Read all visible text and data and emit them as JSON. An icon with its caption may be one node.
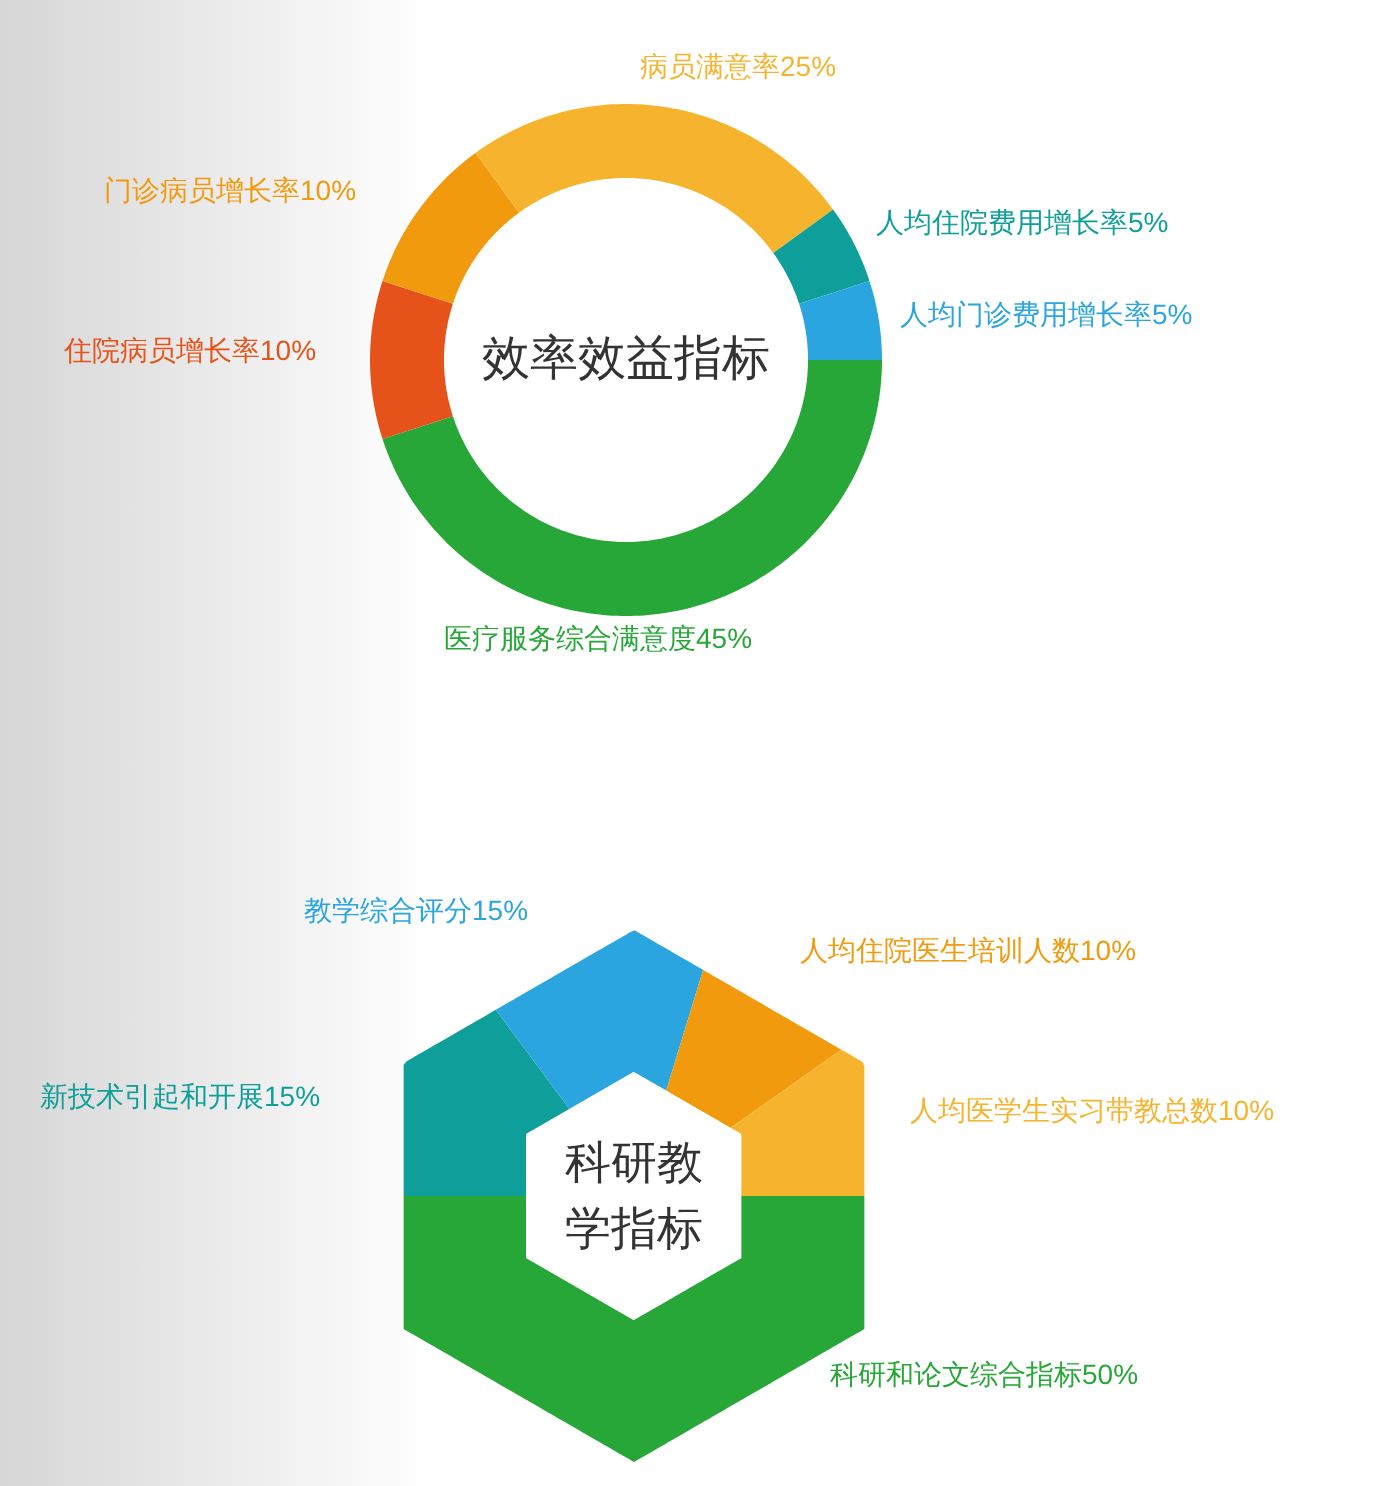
{
  "diagram": {
    "nodes": [
      {
        "text": [
          "科研教学指标"
        ]
      }
    ],
    "labels": [
      "教学综合评分15%",
      "人均住院医生培训人数10%",
      "新技术引起和开展15%",
      "人均医学生实习带教总数10%",
      "科研和论文综合指标50%"
    ],
    "chart_data": [
      {
        "type": "donut",
        "title": "效率效益指标",
        "categories": [
          "医疗服务综合满意度45%",
          "住院病员增长率10%",
          "门诊病员增长率10%",
          "病员满意率25%",
          "人均住院费用增长率5%",
          "人均门诊费用增长率5%"
        ],
        "values": [
          45,
          10,
          10,
          25,
          5,
          5
        ],
        "colors": [
          "#27a737",
          "#e5531a",
          "#f29a0e",
          "#f6b42e",
          "#0f9f9a",
          "#2aa5df"
        ]
      }
    ]
  }
}
